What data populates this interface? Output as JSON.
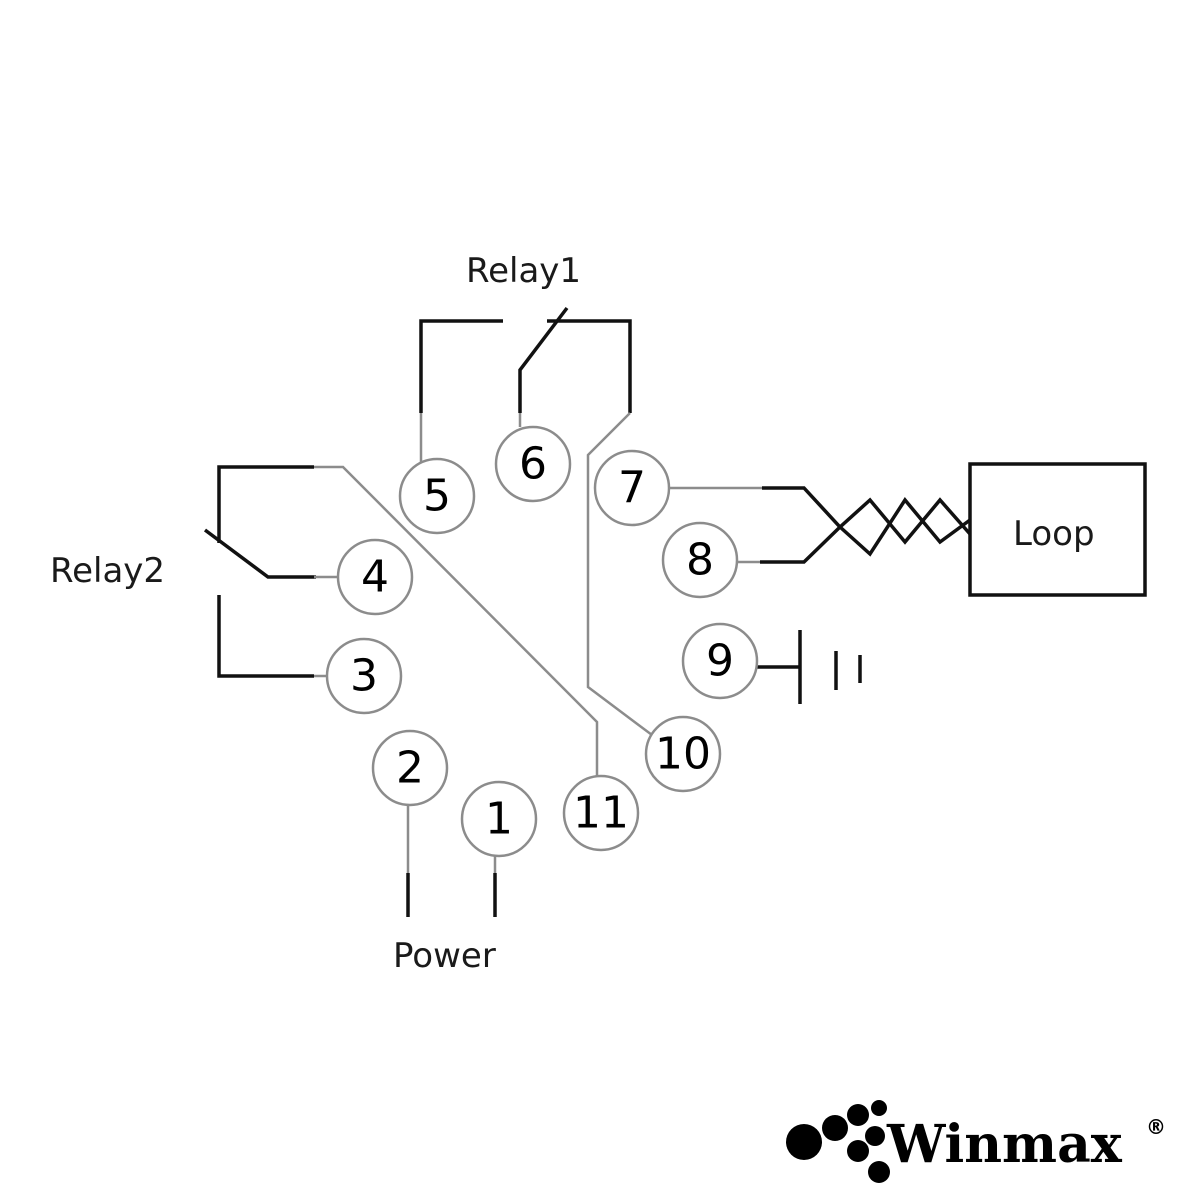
{
  "labels": {
    "relay1": "Relay1",
    "relay2": "Relay2",
    "loop": "Loop",
    "power": "Power"
  },
  "pins": [
    "1",
    "2",
    "3",
    "4",
    "5",
    "6",
    "7",
    "8",
    "9",
    "10",
    "11"
  ],
  "brand": {
    "name": "Winmax",
    "registered": "®"
  },
  "colors": {
    "wire_primary": "#111111",
    "wire_secondary": "#8c8c8c",
    "background": "#ffffff"
  }
}
